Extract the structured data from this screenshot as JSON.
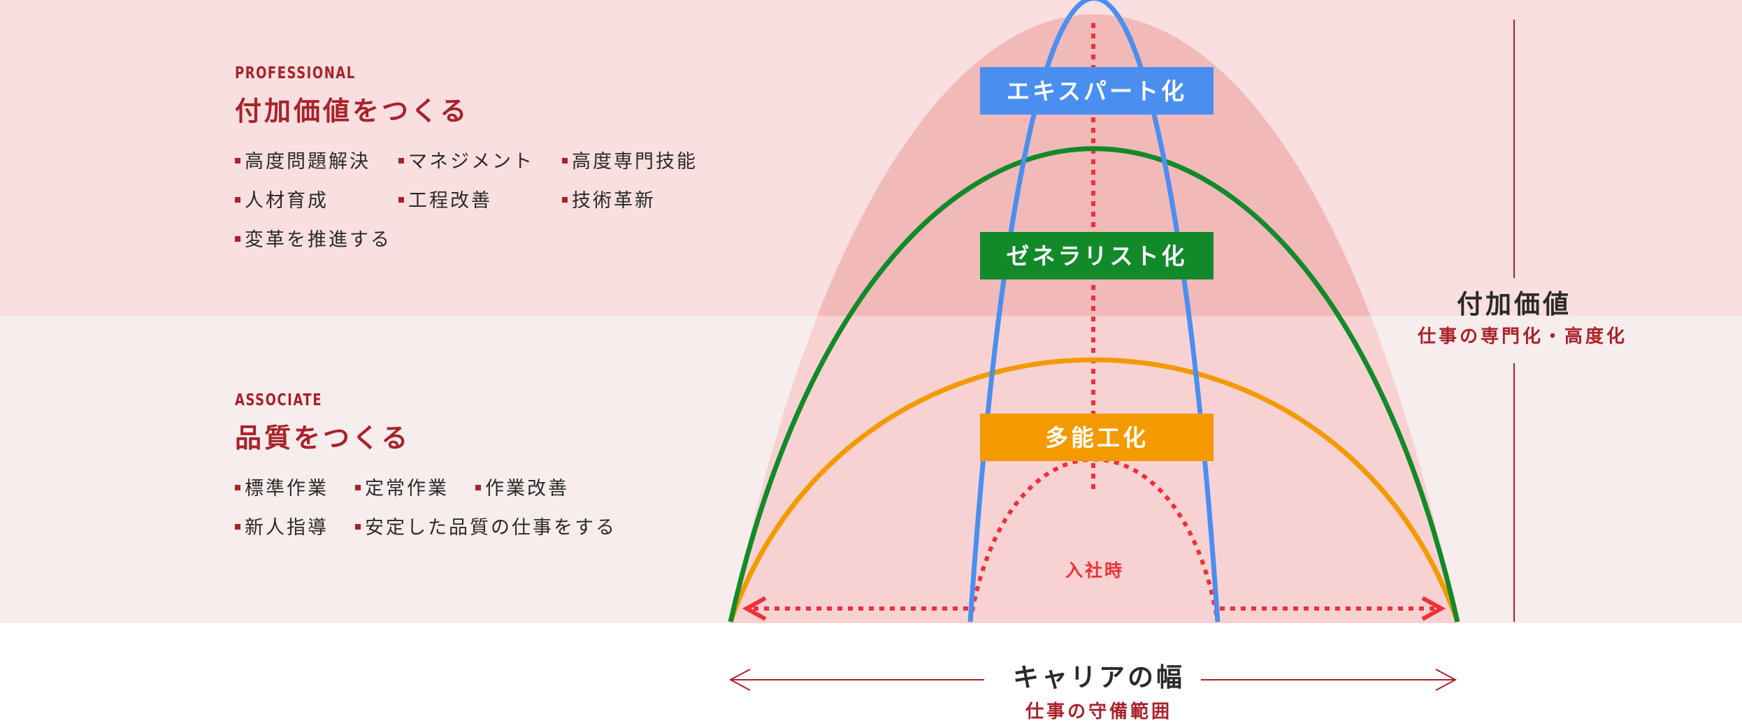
{
  "tiers": {
    "professional": {
      "eyebrow": "PROFESSIONAL",
      "title": "付加価値をつくる",
      "tasks": [
        "高度問題解決",
        "マネジメント",
        "高度専門技能",
        "人材育成",
        "工程改善",
        "技術革新",
        "変革を推進する"
      ]
    },
    "associate": {
      "eyebrow": "ASSOCIATE",
      "title": "品質をつくる",
      "tasks": [
        "標準作業",
        "定常作業",
        "作業改善",
        "新人指導",
        "安定した品質の仕事をする"
      ]
    }
  },
  "diagram": {
    "labels": {
      "expert": "エキスパート化",
      "generalist": "ゼネラリスト化",
      "multiskill": "多能工化",
      "entry": "入社時"
    },
    "axes": {
      "value_title": "付加価値",
      "value_subtitle": "仕事の専門化・高度化",
      "width_title": "キャリアの幅",
      "width_subtitle": "仕事の守備範囲"
    },
    "colors": {
      "expert": "#4a8ff0",
      "generalist": "#128a2a",
      "multiskill": "#f39a00",
      "entry": "#f0303a",
      "accent": "#a8222a",
      "outer_fill": "#f2b9b9"
    }
  }
}
